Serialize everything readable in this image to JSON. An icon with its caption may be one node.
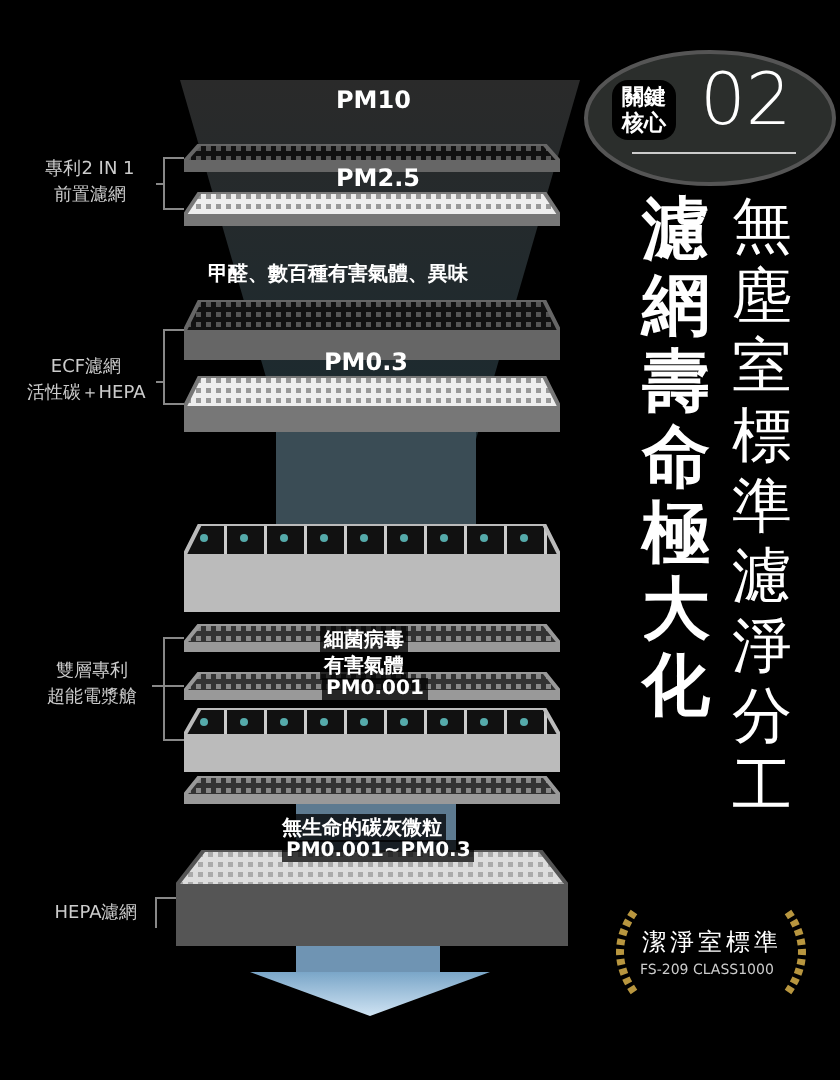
{
  "diagram": {
    "nodes": [
      {
        "text": [],
        "shape": "box"
      },
      {
        "text": [
          "專利2 IN 1",
          "前置濾網"
        ]
      },
      {
        "text": [],
        "shape": "box"
      },
      {
        "text": [],
        "shape": "box"
      },
      {
        "text": [
          "ECF濾網",
          "活性碳＋HEPA"
        ]
      },
      {
        "text": [],
        "shape": "box"
      },
      {
        "text": [],
        "shape": "box"
      },
      {
        "text": [],
        "shape": "box"
      },
      {
        "text": [
          "雙層專利",
          "超能電漿艙"
        ]
      },
      {
        "text": [],
        "shape": "box"
      },
      {
        "text": [],
        "shape": "box"
      },
      {
        "text": [],
        "shape": "box"
      },
      {
        "text": [],
        "shape": "box"
      },
      {
        "text": [
          "HEPA濾網"
        ]
      }
    ],
    "edges": [
      {
        "from": 1,
        "to": 0,
        "arrow": "none"
      },
      {
        "from": 1,
        "to": 2,
        "arrow": "none"
      },
      {
        "from": 4,
        "to": 3,
        "arrow": "none"
      },
      {
        "from": 4,
        "to": 5,
        "arrow": "none"
      },
      {
        "from": 8,
        "to": 7,
        "arrow": "none"
      },
      {
        "from": 8,
        "to": 9,
        "arrow": "none"
      },
      {
        "from": 8,
        "to": 10,
        "arrow": "none"
      },
      {
        "from": 13,
        "to": 12,
        "arrow": "none"
      }
    ],
    "labels": [
      "關鍵核心",
      "02",
      "PM10",
      "PM2.5",
      "甲醛、數百種有害氣體、異味",
      "PM0.3",
      "濾網壽命極大化",
      "無塵室標準濾淨分工",
      "細菌病毒",
      "有害氣體",
      "PM0.001",
      "無生命的碳灰微粒",
      "PM0.001~PM0.3",
      "潔淨室標準",
      "FS-209 CLASS1000"
    ]
  }
}
